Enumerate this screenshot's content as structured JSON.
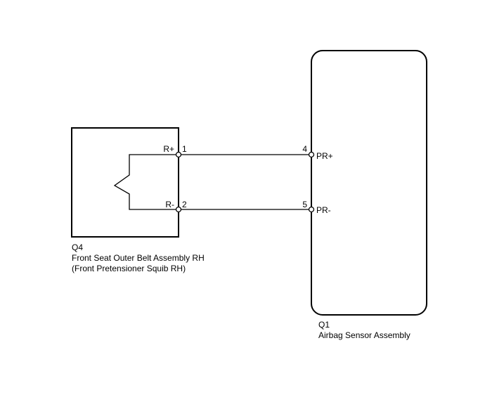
{
  "components": {
    "q4": {
      "code": "Q4",
      "name": "Front Seat Outer Belt Assembly RH",
      "subname": "(Front Pretensioner Squib RH)",
      "pins": [
        {
          "number": "1",
          "signal": "R+"
        },
        {
          "number": "2",
          "signal": "R-"
        }
      ]
    },
    "q1": {
      "code": "Q1",
      "name": "Airbag Sensor Assembly",
      "pins": [
        {
          "number": "4",
          "signal": "PR+"
        },
        {
          "number": "5",
          "signal": "PR-"
        }
      ]
    }
  },
  "connections": [
    {
      "from": "Q4 pin 1 (R+)",
      "to": "Q1 pin 4 (PR+)"
    },
    {
      "from": "Q4 pin 2 (R-)",
      "to": "Q1 pin 5 (PR-)"
    }
  ]
}
